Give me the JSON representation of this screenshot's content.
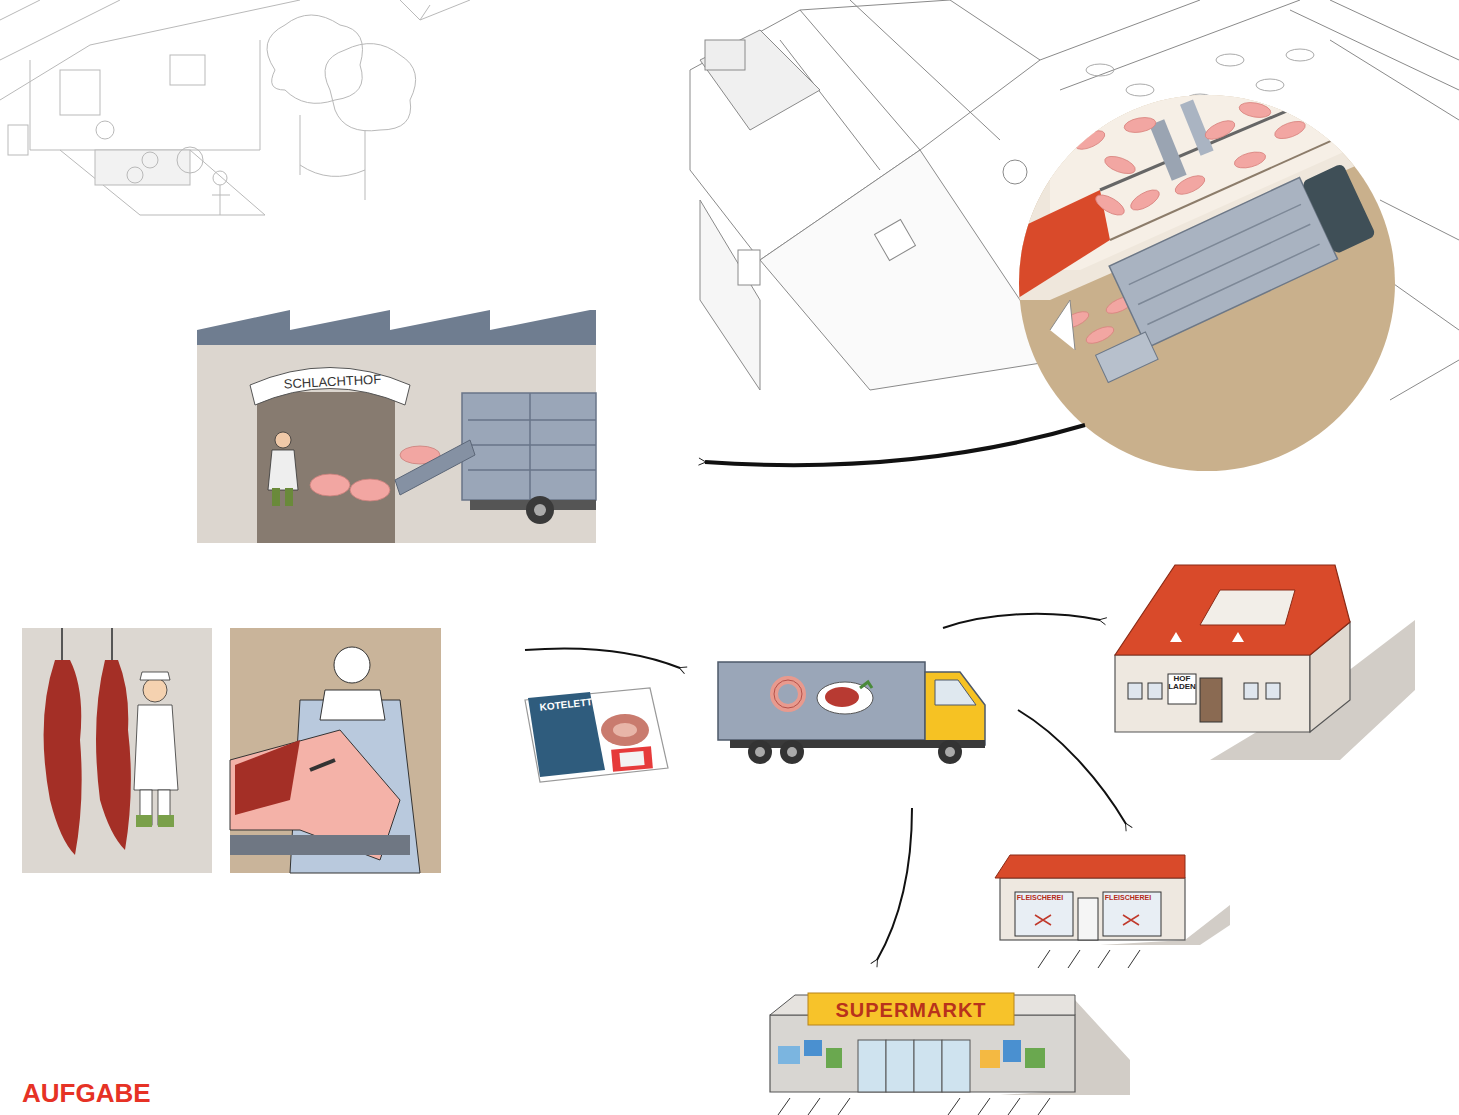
{
  "diagram": {
    "nodes": [
      {
        "text": [
          "SCHLACHTHOF"
        ]
      },
      {
        "text": [
          "KOTELETT"
        ]
      },
      {
        "text": [
          "HOF LADEN"
        ]
      },
      {
        "text": [
          "FLEISCHEREI",
          "FLEISCHEREI"
        ]
      },
      {
        "text": [
          "SUPERMARKT"
        ]
      }
    ],
    "labels": [
      "AUFGABE"
    ]
  }
}
